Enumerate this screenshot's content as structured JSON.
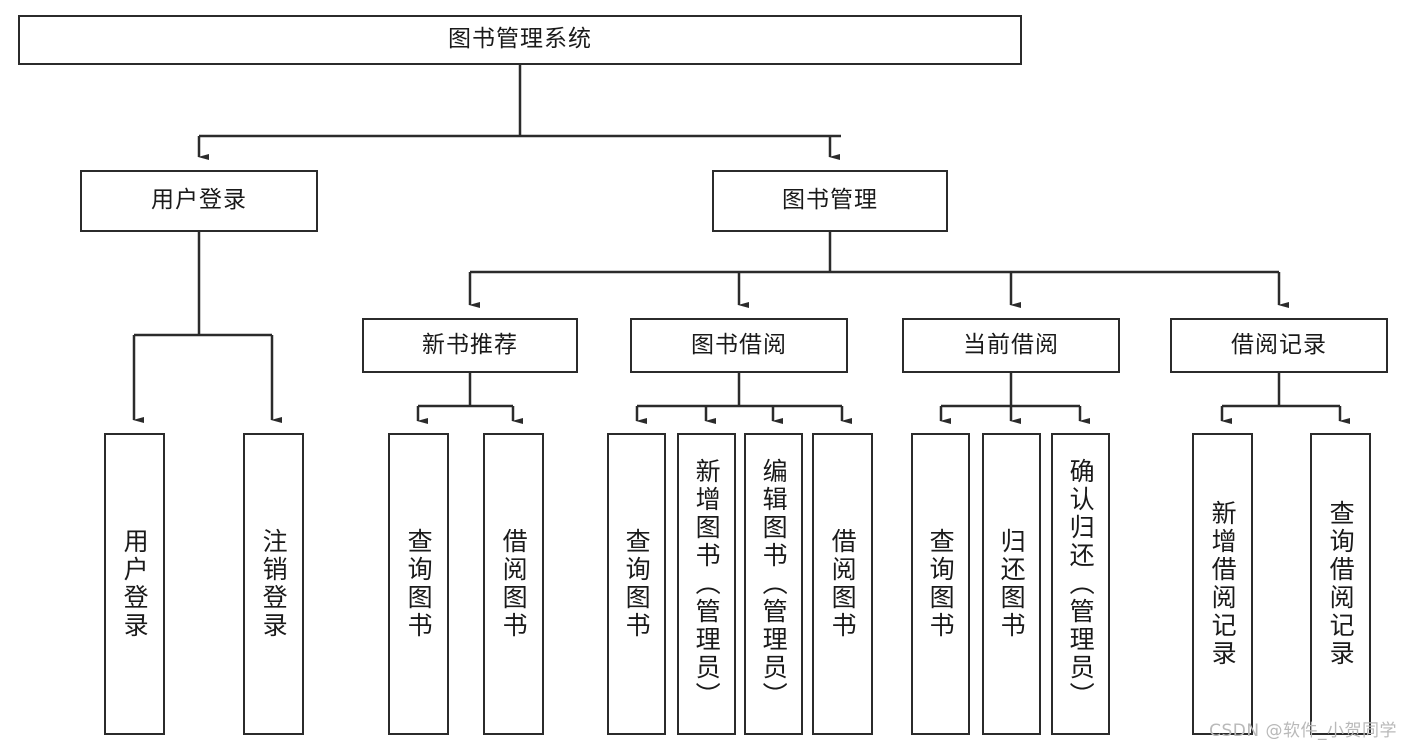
{
  "diagram": {
    "title": "图书管理系统",
    "type": "hierarchy-tree",
    "watermark": "CSDN @软件_小贺同学",
    "colors": {
      "border": "#2b2b2b",
      "background": "#ffffff",
      "text": "#1a1a1a",
      "connector": "#2b2b2b",
      "watermark": "#b9b9b9"
    },
    "levels": [
      {
        "level": 1,
        "nodes": [
          {
            "id": "root",
            "label": "图书管理系统"
          }
        ]
      },
      {
        "level": 2,
        "nodes": [
          {
            "id": "user-login",
            "label": "用户登录"
          },
          {
            "id": "book-manage",
            "label": "图书管理"
          }
        ]
      },
      {
        "level": 3,
        "nodes": [
          {
            "id": "new-book-rec",
            "label": "新书推荐"
          },
          {
            "id": "book-borrow",
            "label": "图书借阅"
          },
          {
            "id": "current-borrow",
            "label": "当前借阅"
          },
          {
            "id": "borrow-record",
            "label": "借阅记录"
          }
        ]
      },
      {
        "level": 4,
        "nodes": [
          {
            "id": "leaf-user-login",
            "label": "用户登录"
          },
          {
            "id": "leaf-logout",
            "label": "注销登录"
          },
          {
            "id": "leaf-query-book-1",
            "label": "查询图书"
          },
          {
            "id": "leaf-borrow-book-1",
            "label": "借阅图书"
          },
          {
            "id": "leaf-query-book-2",
            "label": "查询图书"
          },
          {
            "id": "leaf-add-book",
            "label": "新增图书（管理员）"
          },
          {
            "id": "leaf-edit-book",
            "label": "编辑图书（管理员）"
          },
          {
            "id": "leaf-borrow-book-2",
            "label": "借阅图书"
          },
          {
            "id": "leaf-query-book-3",
            "label": "查询图书"
          },
          {
            "id": "leaf-return-book",
            "label": "归还图书"
          },
          {
            "id": "leaf-confirm-return",
            "label": "确认归还（管理员）"
          },
          {
            "id": "leaf-add-record",
            "label": "新增借阅记录"
          },
          {
            "id": "leaf-query-record",
            "label": "查询借阅记录"
          }
        ]
      }
    ],
    "edges": [
      {
        "from": "root",
        "to": "user-login"
      },
      {
        "from": "root",
        "to": "book-manage"
      },
      {
        "from": "user-login",
        "to": "leaf-user-login"
      },
      {
        "from": "user-login",
        "to": "leaf-logout"
      },
      {
        "from": "book-manage",
        "to": "new-book-rec"
      },
      {
        "from": "book-manage",
        "to": "book-borrow"
      },
      {
        "from": "book-manage",
        "to": "current-borrow"
      },
      {
        "from": "book-manage",
        "to": "borrow-record"
      },
      {
        "from": "new-book-rec",
        "to": "leaf-query-book-1"
      },
      {
        "from": "new-book-rec",
        "to": "leaf-borrow-book-1"
      },
      {
        "from": "book-borrow",
        "to": "leaf-query-book-2"
      },
      {
        "from": "book-borrow",
        "to": "leaf-add-book"
      },
      {
        "from": "book-borrow",
        "to": "leaf-edit-book"
      },
      {
        "from": "book-borrow",
        "to": "leaf-borrow-book-2"
      },
      {
        "from": "current-borrow",
        "to": "leaf-query-book-3"
      },
      {
        "from": "current-borrow",
        "to": "leaf-return-book"
      },
      {
        "from": "current-borrow",
        "to": "leaf-confirm-return"
      },
      {
        "from": "borrow-record",
        "to": "leaf-add-record"
      },
      {
        "from": "borrow-record",
        "to": "leaf-query-record"
      }
    ]
  }
}
